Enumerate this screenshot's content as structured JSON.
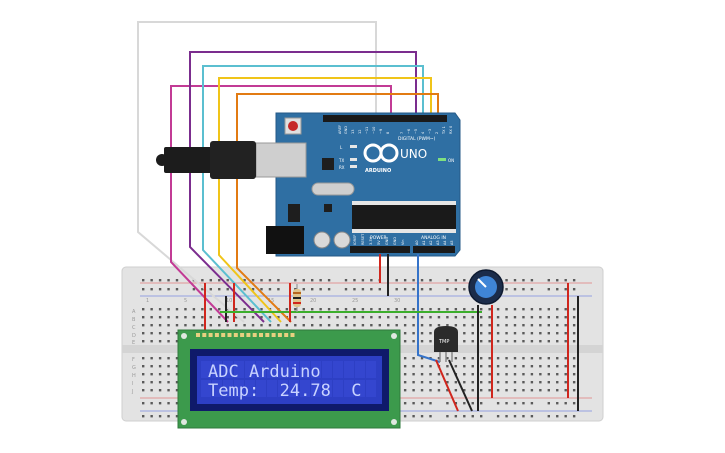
{
  "arduino": {
    "logo_text": "UNO",
    "brand": "ARDUINO",
    "digital_header": "DIGITAL (PWM~)",
    "power_header": "POWER",
    "analog_header": "ANALOG IN",
    "on_label": "ON",
    "l_label": "L",
    "tx_label": "TX",
    "rx_label": "RX",
    "digital_pins": [
      "AREF",
      "GND",
      "13",
      "12",
      "~11",
      "~10",
      "~9",
      "8",
      "7",
      "~6",
      "~5",
      "4",
      "~3",
      "2",
      "TX 1",
      "RX 0"
    ],
    "power_pins": [
      "IOREF",
      "RESET",
      "3.3V",
      "5V",
      "GND",
      "GND",
      "Vin"
    ],
    "analog_pins": [
      "A0",
      "A1",
      "A2",
      "A3",
      "A4",
      "A5"
    ]
  },
  "breadboard": {
    "column_labels": [
      "1",
      "5",
      "10",
      "15",
      "20",
      "25",
      "30"
    ],
    "row_labels": [
      "A",
      "B",
      "C",
      "D",
      "E",
      "F",
      "G",
      "H",
      "I",
      "J"
    ]
  },
  "lcd": {
    "line1": "ADC Arduino",
    "line2": "Temp:  24.78  C"
  },
  "sensor": {
    "label": "TMP"
  },
  "colors": {
    "board_blue": "#2f6fa3",
    "breadboard": "#e6e6e6",
    "lcd_pcb": "#3c9a4c",
    "lcd_screen": "#2d3fc4",
    "lcd_text": "#c8d2ff",
    "wire_purple": "#7b2d8e",
    "wire_cyan": "#5bbfd0",
    "wire_yellow": "#f0c419",
    "wire_orange": "#e27b13",
    "wire_magenta": "#c23b95",
    "wire_white": "#d8d8d8",
    "wire_red": "#d0261d",
    "wire_black": "#222222",
    "wire_green": "#3cae2c",
    "wire_blue": "#3573c9"
  }
}
